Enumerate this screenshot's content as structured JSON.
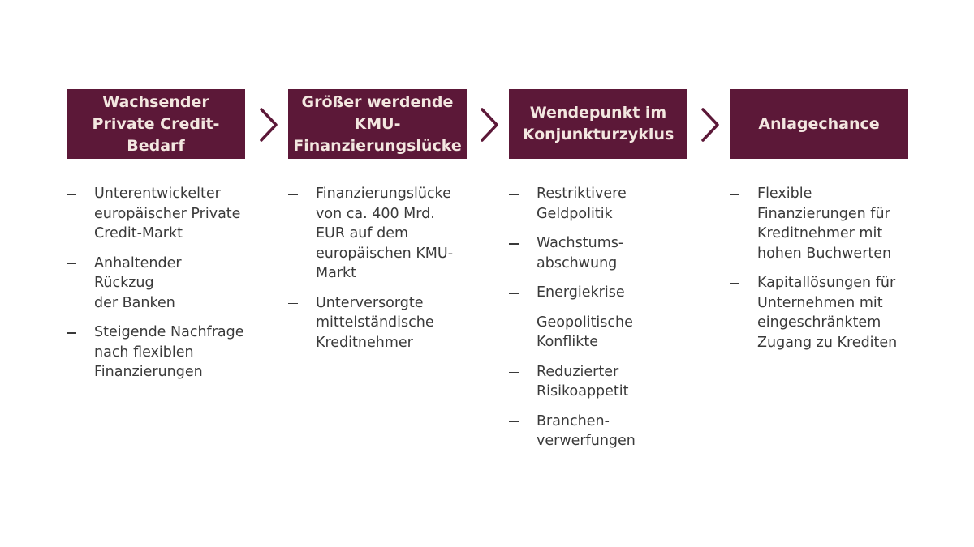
{
  "colors": {
    "header_background": "#5c1838",
    "header_text": "#f3e7e0",
    "body_text": "#3a3a3a",
    "arrow": "#5c1838"
  },
  "steps": [
    {
      "title": "Wachsender\nPrivate Credit-\nBedarf",
      "bullets": [
        "Unterentwickelter\neuropäischer Private\nCredit-Markt",
        "Anhaltender Rückzug\nder Banken",
        "Steigende Nachfrage\nnach flexiblen\nFinanzierungen"
      ]
    },
    {
      "title": "Größer werdende\nKMU-\nFinanzierungslücke",
      "bullets": [
        "Finanzierungslücke\nvon ca. 400 Mrd.\nEUR auf dem\neuropäischen KMU-\nMarkt",
        "Unterversorgte\nmittelständische\nKreditnehmer"
      ]
    },
    {
      "title": "Wendepunkt im\nKonjunkturzyklus",
      "bullets": [
        "Restriktivere\nGeldpolitik",
        "Wachstums-\nabschwung",
        "Energiekrise",
        "Geopolitische\nKonflikte",
        "Reduzierter\nRisikoappetit",
        "Branchen-\nverwerfungen"
      ]
    },
    {
      "title": "Anlagechance",
      "bullets": [
        "Flexible\nFinanzierungen für\nKreditnehmer mit\nhohen Buchwerten",
        "Kapitallösungen für\nUnternehmen mit\neingeschränktem\nZugang zu Krediten"
      ]
    }
  ],
  "arrows": [
    {
      "icon": "chevron-right-icon"
    },
    {
      "icon": "chevron-right-icon"
    },
    {
      "icon": "chevron-right-icon"
    }
  ]
}
